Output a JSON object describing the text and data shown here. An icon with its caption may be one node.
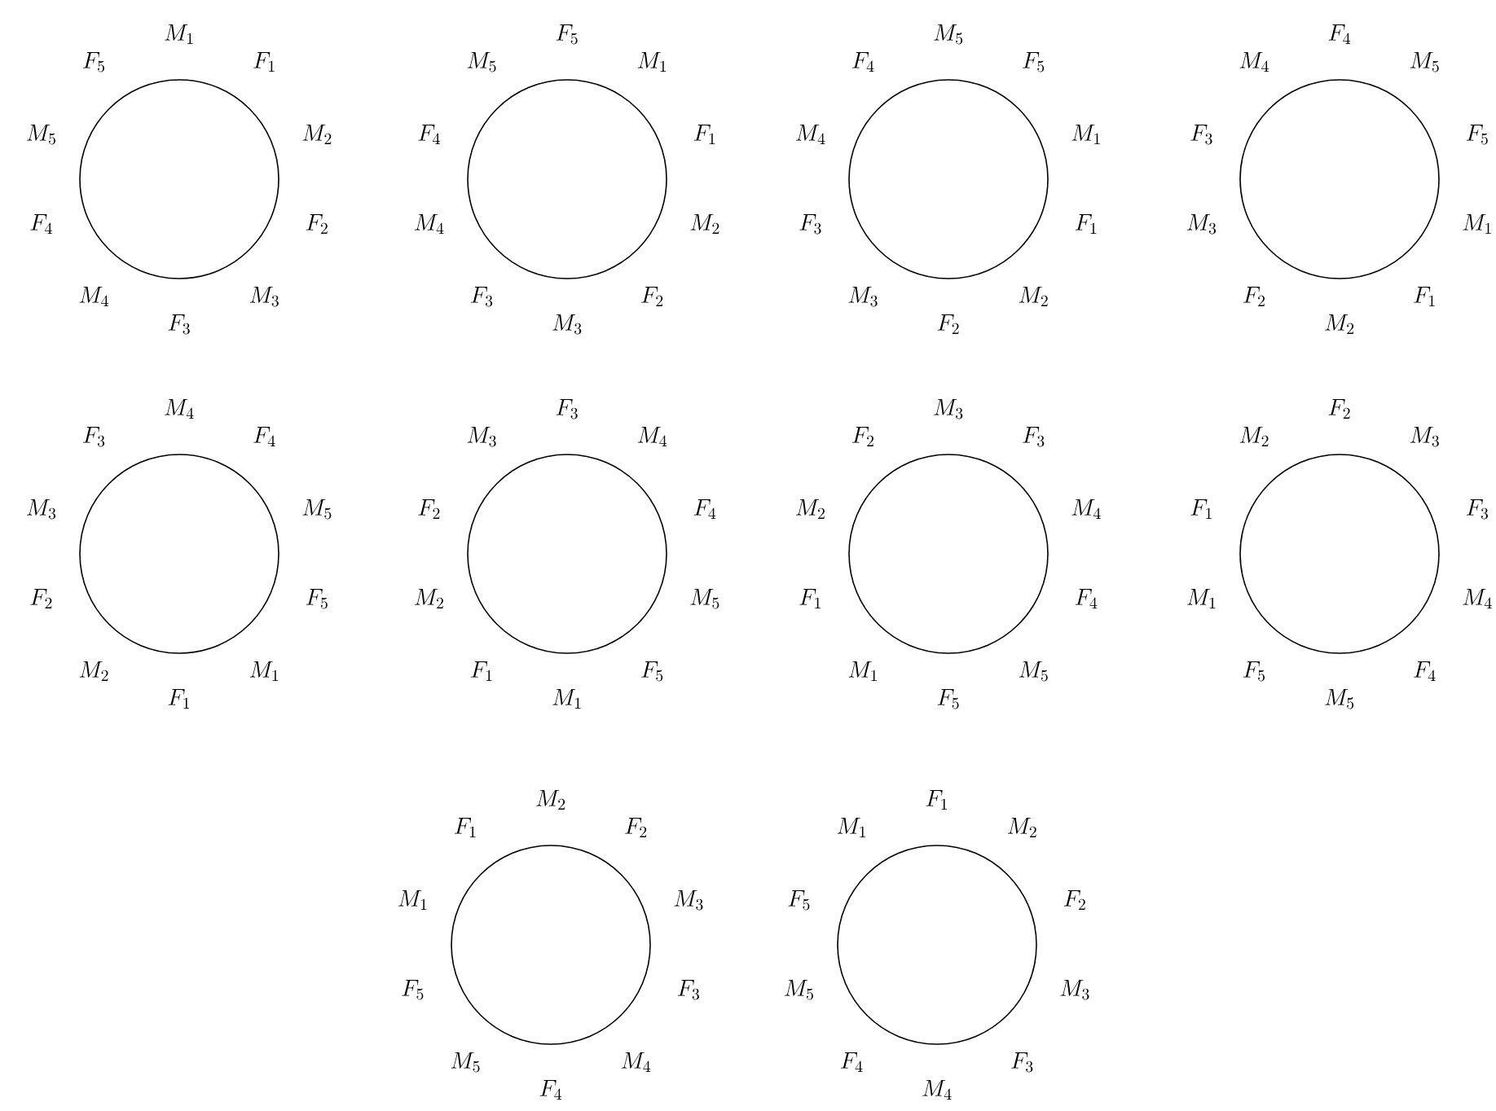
{
  "diagram": {
    "nodes": [
      {
        "text": [],
        "shape": "circle",
        "beside": [
          "M_1",
          "F_1",
          "M_2",
          "F_2",
          "M_3",
          "F_3",
          "M_4",
          "F_4",
          "M_5",
          "F_5"
        ]
      },
      {
        "text": [],
        "shape": "circle",
        "beside": [
          "F_5",
          "M_1",
          "F_1",
          "M_2",
          "F_2",
          "M_3",
          "F_3",
          "M_4",
          "F_4",
          "M_5"
        ]
      },
      {
        "text": [],
        "shape": "circle",
        "beside": [
          "M_5",
          "F_5",
          "M_1",
          "F_1",
          "M_2",
          "F_2",
          "M_3",
          "F_3",
          "M_4",
          "F_4"
        ]
      },
      {
        "text": [],
        "shape": "circle",
        "beside": [
          "F_4",
          "M_5",
          "F_5",
          "M_1",
          "F_1",
          "M_2",
          "F_2",
          "M_3",
          "F_3",
          "M_4"
        ]
      },
      {
        "text": [],
        "shape": "circle",
        "beside": [
          "M_4",
          "F_4",
          "M_5",
          "F_5",
          "M_1",
          "F_1",
          "M_2",
          "F_2",
          "M_3",
          "F_3"
        ]
      },
      {
        "text": [],
        "shape": "circle",
        "beside": [
          "F_3",
          "M_4",
          "F_4",
          "M_5",
          "F_5",
          "M_1",
          "F_1",
          "M_2",
          "F_2",
          "M_3"
        ]
      },
      {
        "text": [],
        "shape": "circle",
        "beside": [
          "M_3",
          "F_3",
          "M_4",
          "F_4",
          "M_5",
          "F_5",
          "M_1",
          "F_1",
          "M_2",
          "F_2"
        ]
      },
      {
        "text": [],
        "shape": "circle",
        "beside": [
          "F_2",
          "M_3",
          "F_3",
          "M_4",
          "F_4",
          "M_5",
          "F_5",
          "M_1",
          "F_1",
          "M_2"
        ]
      },
      {
        "text": [],
        "shape": "circle",
        "beside": [
          "M_2",
          "F_2",
          "M_3",
          "F_3",
          "M_4",
          "F_4",
          "M_5",
          "F_5",
          "M_1",
          "F_1"
        ]
      },
      {
        "text": [],
        "shape": "circle",
        "beside": [
          "F_1",
          "M_2",
          "F_2",
          "M_3",
          "F_3",
          "M_4",
          "F_4",
          "M_5",
          "F_5",
          "M_1"
        ]
      }
    ]
  }
}
